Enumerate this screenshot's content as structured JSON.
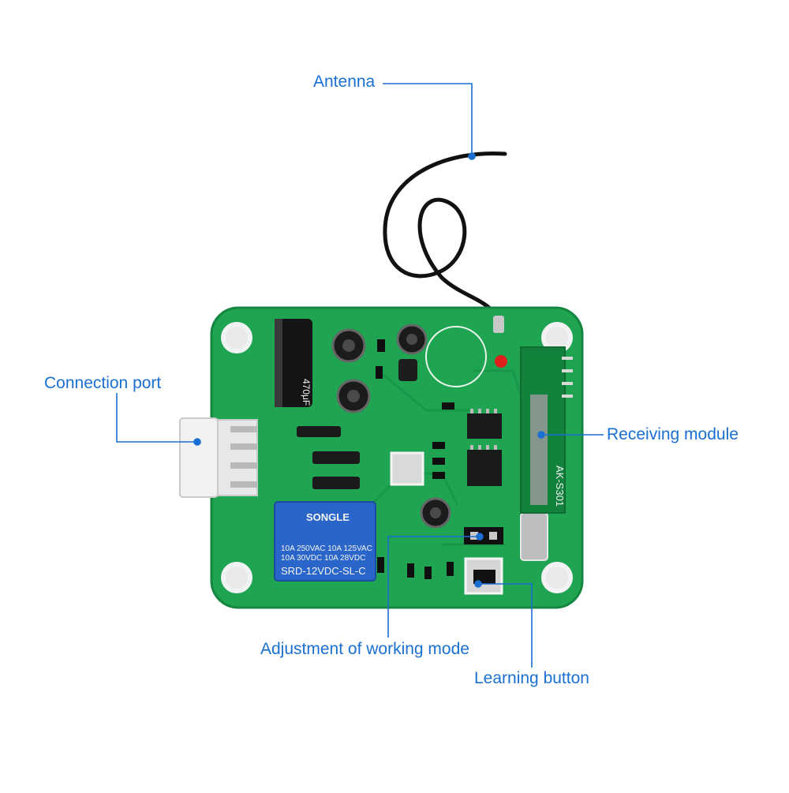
{
  "colors": {
    "callout_text": "#1a6fd1",
    "callout_line": "#1a6fd1",
    "pcb": "#1fa552",
    "pcb_dark": "#14863f",
    "relay": "#2a66c9",
    "antenna_wire": "#111111"
  },
  "callouts": {
    "antenna": "Antenna",
    "connection_port": "Connection port",
    "receiving_module": "Receiving module",
    "working_mode": "Adjustment of working mode",
    "learning_button": "Learning button"
  },
  "relay": {
    "brand": "SONGLE",
    "rating_line1": "10A 250VAC  10A 125VAC",
    "rating_line2": "10A  30VDC  10A  28VDC",
    "model": "SRD-12VDC-SL-C"
  },
  "capacitor_label": "470μF",
  "module_label": "AK-S301"
}
